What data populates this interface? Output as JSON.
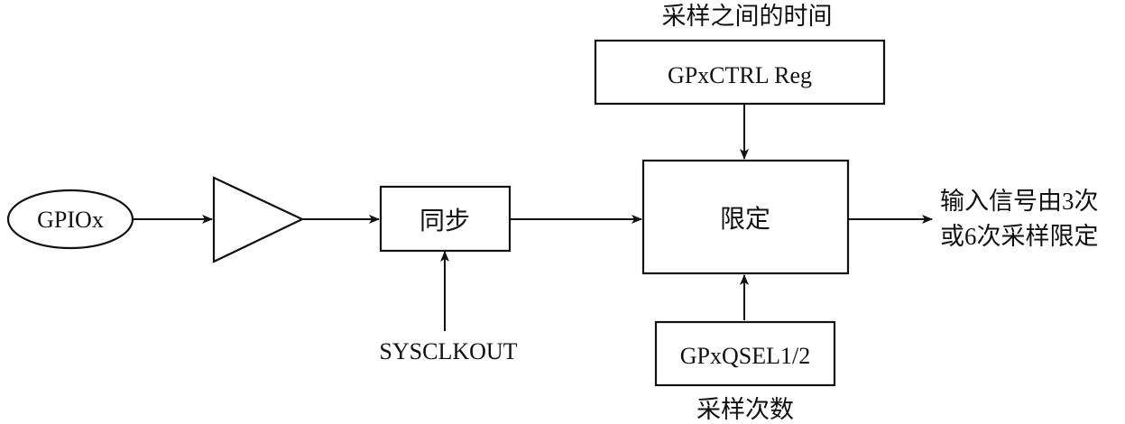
{
  "labels": {
    "top_caption": "采样之间的时间",
    "ctrl_reg": "GPxCTRL Reg",
    "gpio": "GPIOx",
    "sync": "同步",
    "qualify": "限定",
    "output_line1": "输入信号由3次",
    "output_line2": "或6次采样限定",
    "sysclkout": "SYSCLKOUT",
    "qsel": "GPxQSEL1/2",
    "bottom_caption": "采样次数"
  },
  "colors": {
    "stroke": "#111111",
    "background": "#ffffff"
  }
}
